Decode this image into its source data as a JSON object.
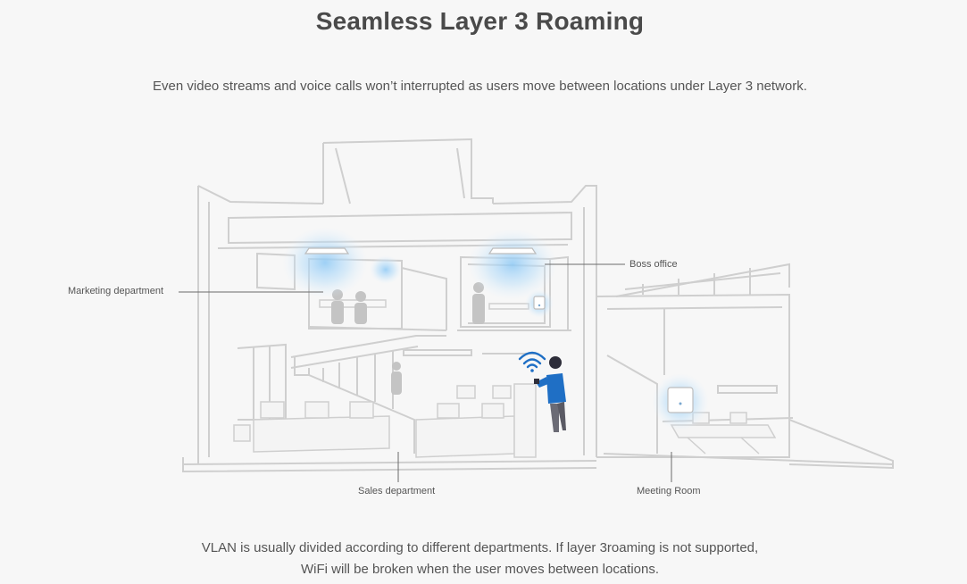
{
  "header": {
    "title": "Seamless Layer 3 Roaming",
    "subtitle": "Even video streams and voice calls won’t interrupted as users move between locations under Layer 3 network."
  },
  "illustration": {
    "labels": {
      "marketing": "Marketing department",
      "boss": "Boss office",
      "sales": "Sales department",
      "meeting": "Meeting Room"
    },
    "colors": {
      "line": "#c9c9c9",
      "glow": "#8ec9f5",
      "person_shirt": "#1f6fc5",
      "wifi": "#1f6fc5"
    }
  },
  "footer": {
    "line1": "VLAN is usually divided according to different departments. If layer 3roaming is not supported,",
    "line2": "WiFi will be broken when the user moves between locations."
  }
}
